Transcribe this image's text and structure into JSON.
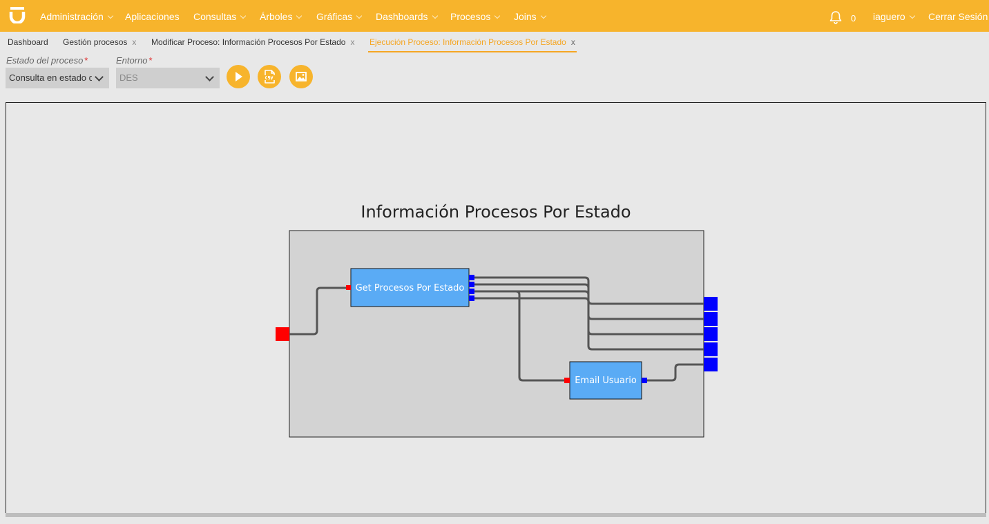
{
  "nav": {
    "items": [
      {
        "label": "Administración",
        "dropdown": true
      },
      {
        "label": "Aplicaciones",
        "dropdown": false
      },
      {
        "label": "Consultas",
        "dropdown": true
      },
      {
        "label": "Árboles",
        "dropdown": true
      },
      {
        "label": "Gráficas",
        "dropdown": true
      },
      {
        "label": "Dashboards",
        "dropdown": true
      },
      {
        "label": "Procesos",
        "dropdown": true
      },
      {
        "label": "Joins",
        "dropdown": true
      }
    ],
    "notifications_count": "0",
    "user": "iaguero",
    "logout": "Cerrar Sesión",
    "accent_color": "#f7b42c"
  },
  "tabs": [
    {
      "label": "Dashboard",
      "closable": false,
      "active": false
    },
    {
      "label": "Gestión procesos",
      "closable": true,
      "active": false
    },
    {
      "label": "Modificar Proceso: Información Procesos Por Estado",
      "closable": true,
      "active": false
    },
    {
      "label": "Ejecución Proceso: Información Procesos Por Estado",
      "closable": true,
      "active": true
    }
  ],
  "tab_close_glyph": "x",
  "form": {
    "estado": {
      "label": "Estado del proceso",
      "value": "Consulta en estado de"
    },
    "entorno": {
      "label": "Entorno",
      "value": "DES"
    },
    "required_mark": "*",
    "actions": [
      {
        "icon": "play-icon"
      },
      {
        "icon": "csv-icon"
      },
      {
        "icon": "image-icon"
      }
    ]
  },
  "diagram": {
    "title": "Información Procesos Por Estado",
    "nodes": [
      {
        "id": "get",
        "label": "Get Procesos Por Estado"
      },
      {
        "id": "email",
        "label": "Email Usuario"
      }
    ],
    "colors": {
      "node_fill": "#5aabf5",
      "container_fill": "#d3d3d3",
      "input_port": "#ff0000",
      "output_port": "#0000ff",
      "wire": "#555555"
    }
  }
}
